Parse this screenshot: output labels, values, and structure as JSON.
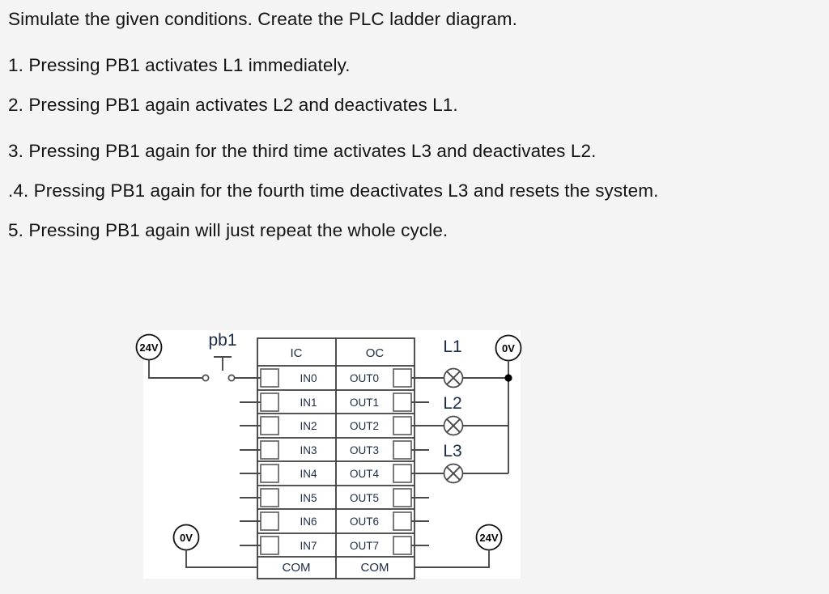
{
  "prompt": {
    "heading": "Simulate the given conditions. Create the PLC ladder diagram.",
    "conditions": [
      "1. Pressing PB1 activates L1 immediately.",
      "2. Pressing PB1 again activates L2 and deactivates L1.",
      "3. Pressing PB1 again for the third time activates L3 and deactivates L2.",
      ".4. Pressing PB1 again for the fourth time deactivates L3 and resets the system.",
      "5. Pressing PB1 again will just repeat the whole cycle."
    ]
  },
  "diagram": {
    "type": "plc-io-wiring",
    "module": {
      "input_column_header": "IC",
      "output_column_header": "OC",
      "input_terminals": [
        "IN0",
        "IN1",
        "IN2",
        "IN3",
        "IN4",
        "IN5",
        "IN6",
        "IN7"
      ],
      "output_terminals": [
        "OUT0",
        "OUT1",
        "OUT2",
        "OUT3",
        "OUT4",
        "OUT5",
        "OUT6",
        "OUT7"
      ],
      "input_common_label": "COM",
      "output_common_label": "COM"
    },
    "supply_nodes": {
      "input_supply": "24V",
      "input_return": "0V",
      "output_supply": "24V",
      "output_return": "0V"
    },
    "pushbutton": {
      "label": "pb1",
      "type": "normally-open-momentary",
      "wired_to": "IN0"
    },
    "lamps": [
      {
        "label": "L1",
        "wired_to": "OUT0"
      },
      {
        "label": "L2",
        "wired_to": "OUT2"
      },
      {
        "label": "L3",
        "wired_to": "OUT4"
      }
    ],
    "colors": {
      "background": "#f4f4f4",
      "panel": "#ffffff",
      "wire": "#4a4a4a",
      "text": "#1b2b45"
    }
  }
}
